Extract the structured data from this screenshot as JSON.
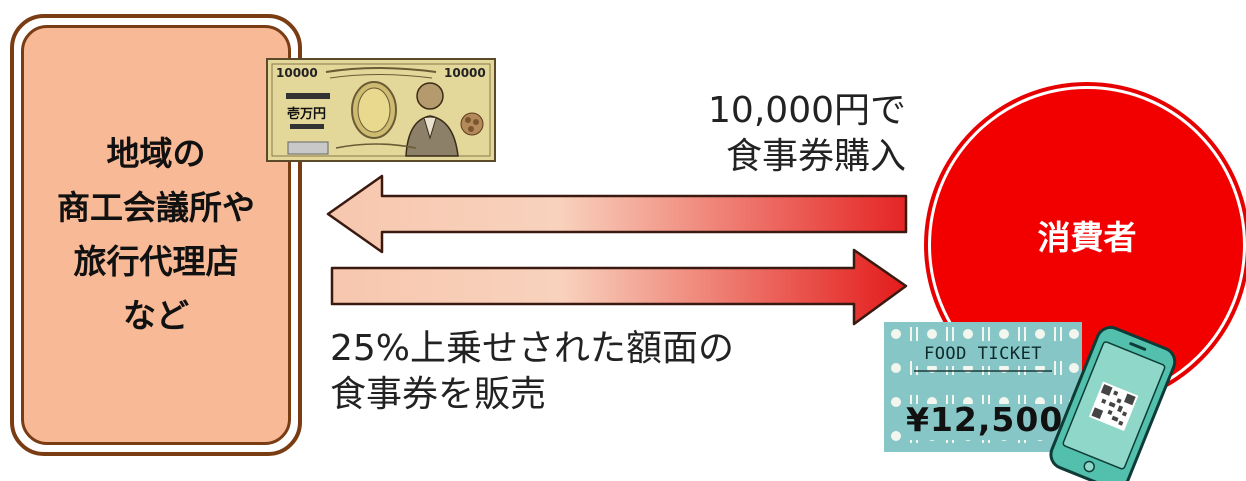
{
  "organization": {
    "lines": [
      "地域の",
      "商工会議所や",
      "旅行代理店",
      "など"
    ]
  },
  "banknote": {
    "denomination_left": "10000",
    "denomination_right": "10000",
    "kanji": "壱万円"
  },
  "purchase_caption": {
    "lines": [
      "10,000円で",
      "食事券購入"
    ]
  },
  "sale_caption": {
    "lines": [
      "25%上乗せされた額面の",
      "食事券を販売"
    ]
  },
  "consumer": {
    "label": "消費者"
  },
  "food_ticket": {
    "title": "FOOD TICKET",
    "amount": "¥12,500"
  },
  "colors": {
    "org_fill": "#f7b996",
    "org_border": "#7a3c13",
    "consumer_red": "#f20000",
    "arrow_light": "#f9cdb6",
    "arrow_dark": "#e31b1b",
    "ticket_teal": "#86c6c7"
  },
  "icons": {
    "banknote": "yen-banknote-icon",
    "ticket": "food-ticket-icon",
    "phone": "smartphone-qr-icon"
  }
}
